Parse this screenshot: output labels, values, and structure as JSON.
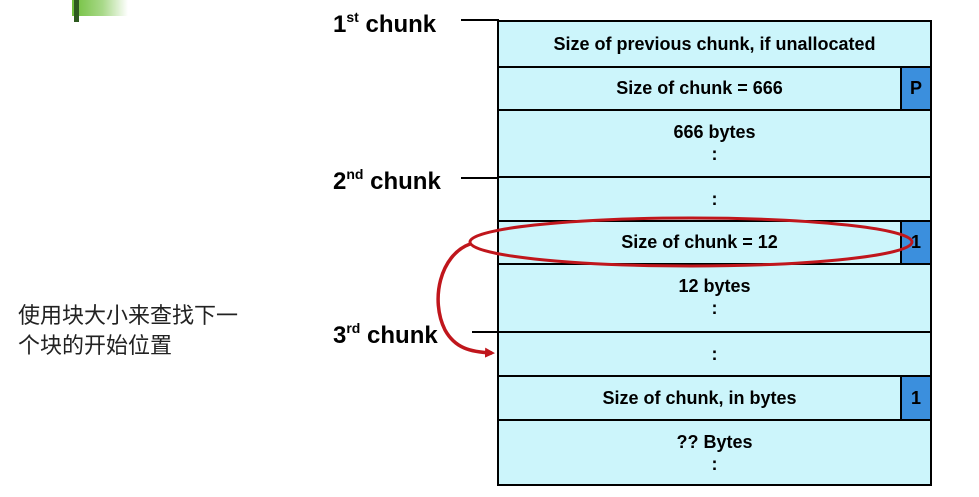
{
  "chunk_labels": {
    "first": {
      "num": "1",
      "sup": "st",
      "word": " chunk"
    },
    "second": {
      "num": "2",
      "sup": "nd",
      "word": " chunk"
    },
    "third": {
      "num": "3",
      "sup": "rd",
      "word": " chunk"
    }
  },
  "rows": {
    "prev_size": "Size of previous chunk, if unallocated",
    "chunk1_size": "Size of chunk = 666",
    "chunk1_flag": "P",
    "chunk1_bytes": "666 bytes",
    "dots": ":",
    "chunk2_size": "Size of chunk = 12",
    "chunk2_flag": "1",
    "chunk2_bytes": "12 bytes",
    "chunk3_size": "Size of chunk, in bytes",
    "chunk3_flag": "1",
    "chunk3_bytes": "?? Bytes"
  },
  "note": "使用块大小来查找下一个块的开始位置",
  "colors": {
    "cell": "#ccf5fb",
    "flag": "#3b8fdd",
    "highlight": "#c0161c"
  }
}
